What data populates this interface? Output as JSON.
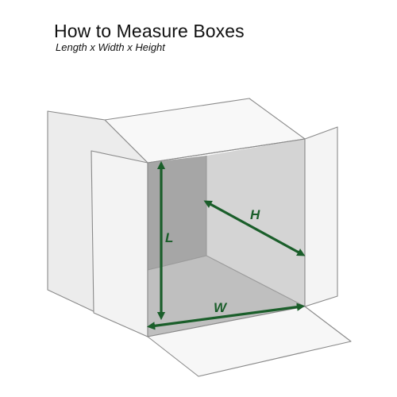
{
  "header": {
    "title": "How to Measure Boxes",
    "subtitle": "Length x Width x Height"
  },
  "dimensions": {
    "length_label": "L",
    "width_label": "W",
    "height_label": "H"
  },
  "colors": {
    "arrow": "#1a5e2a",
    "outline": "#8a8a8a",
    "panel_light": "#f7f7f7",
    "panel_mid": "#e6e6e6",
    "back_wall": "#a6a6a6",
    "right_wall": "#d4d4d4",
    "floor": "#bfbfbf"
  }
}
